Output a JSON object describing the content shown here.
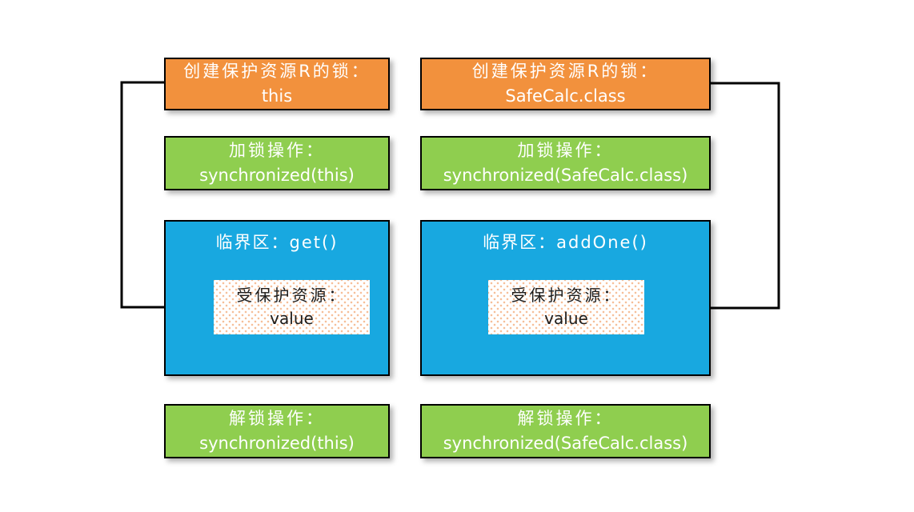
{
  "diagram": {
    "colors": {
      "lock_box": "#f2913d",
      "operation_box": "#8fce4f",
      "critical_box": "#18a8e0",
      "resource_bg": "#ffffff",
      "resource_dots": "#f6bf99",
      "connector": "#000000",
      "border": "#000000",
      "text_light": "#ffffff",
      "text_dark": "#1c1c1c"
    },
    "columns": [
      {
        "lock": {
          "line1": "创建保护资源R的锁：",
          "line2": "this"
        },
        "lock_op": {
          "line1": "加锁操作：",
          "line2": "synchronized(this)"
        },
        "critical": {
          "title": "临界区：get()"
        },
        "resource": {
          "line1": "受保护资源：",
          "line2": "value"
        },
        "unlock": {
          "line1": "解锁操作：",
          "line2": "synchronized(this)"
        }
      },
      {
        "lock": {
          "line1": "创建保护资源R的锁：",
          "line2": "SafeCalc.class"
        },
        "lock_op": {
          "line1": "加锁操作：",
          "line2": "synchronized(SafeCalc.class)"
        },
        "critical": {
          "title": "临界区：addOne()"
        },
        "resource": {
          "line1": "受保护资源：",
          "line2": "value"
        },
        "unlock": {
          "line1": "解锁操作：",
          "line2": "synchronized(SafeCalc.class)"
        }
      }
    ],
    "connectors": [
      {
        "from": "lock-box-this",
        "to": "resource-box-left",
        "arrow_points": "right"
      },
      {
        "from": "lock-box-safecalc-class",
        "to": "resource-box-right",
        "arrow_points": "left"
      }
    ]
  }
}
